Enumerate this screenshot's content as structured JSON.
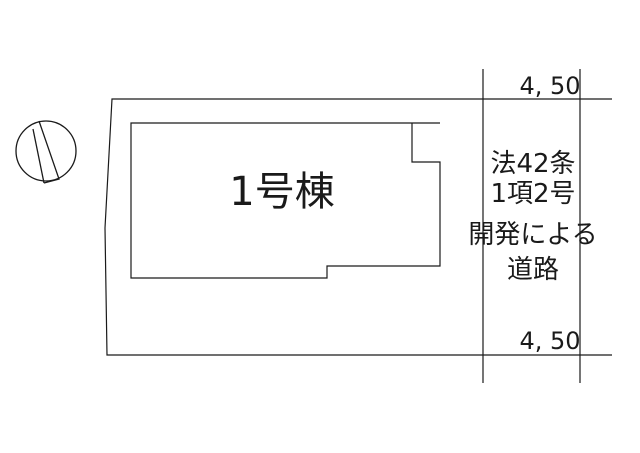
{
  "building": {
    "label": "1号棟"
  },
  "road": {
    "description_lines": [
      "法42条",
      "1項2号",
      "開発による",
      "道路"
    ],
    "width_top": "4, 50",
    "width_bottom": "4, 50"
  },
  "north_arrow": {
    "icon": "north-arrow-icon"
  }
}
